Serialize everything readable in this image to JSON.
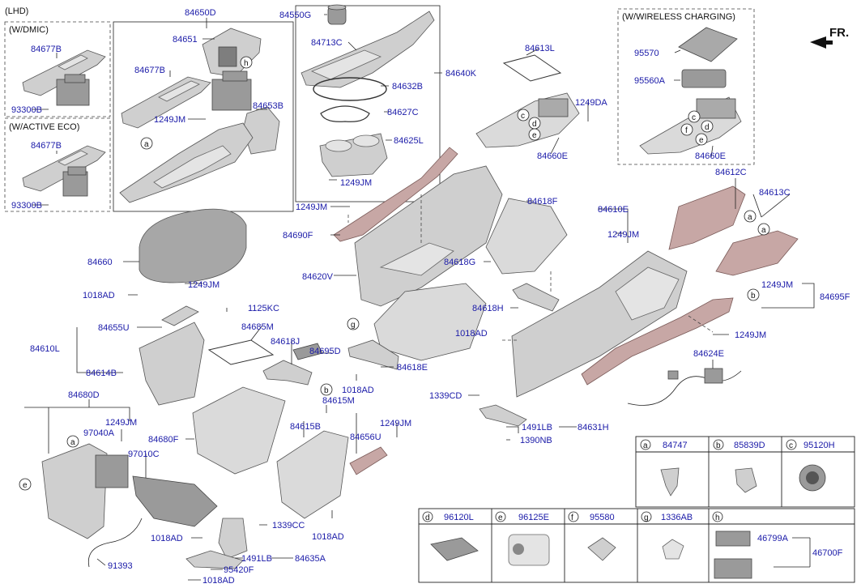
{
  "header": {
    "variant": "(LHD)",
    "direction": "FR."
  },
  "boxes": {
    "dmic": "(W/DMIC)",
    "active_eco": "(W/ACTIVE ECO)",
    "wireless": "(W/WIRELESS CHARGING)"
  },
  "labels": {
    "p84677B_a": "84677B",
    "p93300B_a": "93300B",
    "p84677B_b": "84677B",
    "p93300B_b": "93300B",
    "p84650D": "84650D",
    "p84651": "84651",
    "p84677B_c": "84677B",
    "p84653B": "84653B",
    "p1249JM_a": "1249JM",
    "p84550G": "84550G",
    "p84713C": "84713C",
    "p84632B": "84632B",
    "p84627C": "84627C",
    "p84625L": "84625L",
    "p1249JM_b": "1249JM",
    "p84640K": "84640K",
    "p84613L": "84613L",
    "p1249DA": "1249DA",
    "p84660E_a": "84660E",
    "p95570": "95570",
    "p95560A": "95560A",
    "p84660E_b": "84660E",
    "p84612C": "84612C",
    "p84613C": "84613C",
    "p1249JM_c": "1249JM",
    "p84690F": "84690F",
    "p84620V": "84620V",
    "p84618F": "84618F",
    "p84618G": "84618G",
    "p84618H": "84618H",
    "p84610E": "84610E",
    "p1249JM_d": "1249JM",
    "p1249JM_e": "1249JM",
    "p84695F": "84695F",
    "p1249JM_f": "1249JM",
    "p84624E": "84624E",
    "p84660": "84660",
    "p1018AD_a": "1018AD",
    "p1249JM_g": "1249JM",
    "p1125KC": "1125KC",
    "p84655U": "84655U",
    "p84610L": "84610L",
    "p84614B": "84614B",
    "p84685M": "84685M",
    "p84618J": "84618J",
    "p84695D": "84695D",
    "p84618E": "84618E",
    "p1018AD_b": "1018AD",
    "p1018AD_c": "1018AD",
    "p1339CD": "1339CD",
    "p84680D": "84680D",
    "p1249JM_h": "1249JM",
    "p97040A": "97040A",
    "p97010C": "97010C",
    "p84680F": "84680F",
    "p84615M": "84615M",
    "p84615B": "84615B",
    "p84656U": "84656U",
    "p1249JM_i": "1249JM",
    "p1491LB_a": "1491LB",
    "p84631H": "84631H",
    "p1390NB": "1390NB",
    "p1018AD_d": "1018AD",
    "p1339CC": "1339CC",
    "p1018AD_e": "1018AD",
    "p91393": "91393",
    "p1491LB_b": "1491LB",
    "p84635A": "84635A",
    "p95420F": "95420F",
    "p1018AD_f": "1018AD"
  },
  "markers": {
    "a": "a",
    "b": "b",
    "c": "c",
    "d": "d",
    "e": "e",
    "f": "f",
    "g": "g",
    "h": "h"
  },
  "legend": [
    {
      "key": "a",
      "part": "84747"
    },
    {
      "key": "b",
      "part": "85839D"
    },
    {
      "key": "c",
      "part": "95120H"
    },
    {
      "key": "d",
      "part": "96120L"
    },
    {
      "key": "e",
      "part": "96125E"
    },
    {
      "key": "f",
      "part": "95580"
    },
    {
      "key": "g",
      "part": "1336AB"
    },
    {
      "key": "h",
      "part": "",
      "sub": [
        "46799A",
        "46700F"
      ]
    }
  ],
  "colors": {
    "label": "#1a1aa8",
    "trim": "#c7a7a5",
    "part": "#cfcfcf"
  }
}
